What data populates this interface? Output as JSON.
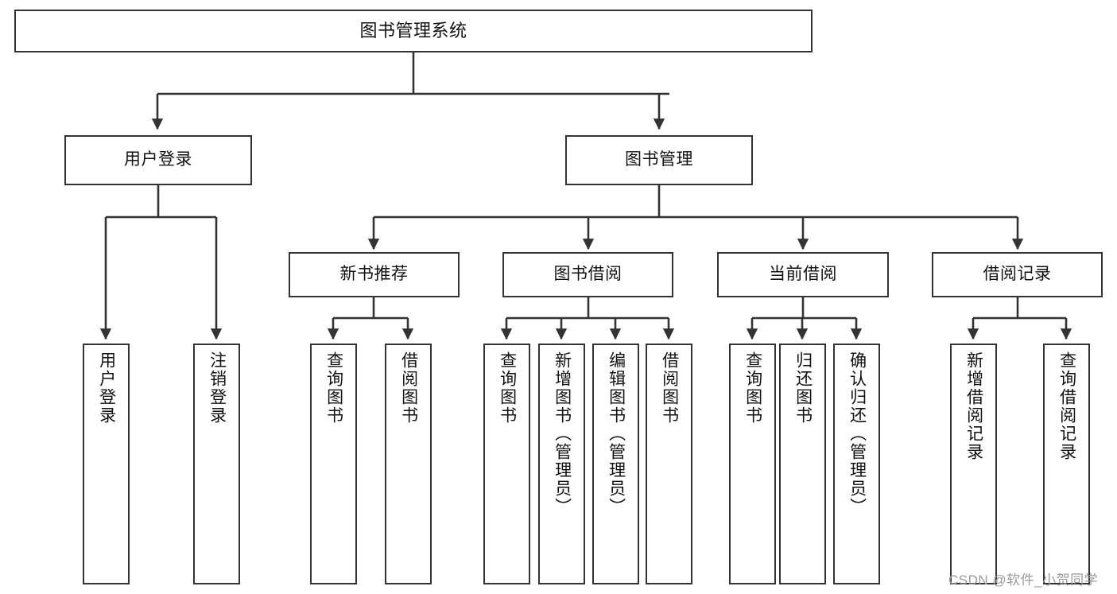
{
  "diagram": {
    "type": "tree-hierarchy",
    "title": "图书管理系统",
    "nodes": {
      "root": {
        "label": "图书管理系统"
      },
      "level2": [
        {
          "id": "user-login",
          "label": "用户登录"
        },
        {
          "id": "book-manage",
          "label": "图书管理"
        }
      ],
      "level3": [
        {
          "id": "new-book-recommend",
          "label": "新书推荐"
        },
        {
          "id": "book-borrow",
          "label": "图书借阅"
        },
        {
          "id": "current-borrow",
          "label": "当前借阅"
        },
        {
          "id": "borrow-record",
          "label": "借阅记录"
        }
      ],
      "leaves": [
        {
          "id": "leaf-user-login",
          "parent": "user-login",
          "label": "用户登录"
        },
        {
          "id": "leaf-user-logout",
          "parent": "user-login",
          "label": "注销登录"
        },
        {
          "id": "leaf-query-book-1",
          "parent": "new-book-recommend",
          "label": "查询图书"
        },
        {
          "id": "leaf-borrow-book-1",
          "parent": "new-book-recommend",
          "label": "借阅图书"
        },
        {
          "id": "leaf-query-book-2",
          "parent": "book-borrow",
          "label": "查询图书"
        },
        {
          "id": "leaf-add-book",
          "parent": "book-borrow",
          "label": "新增图书（管理员）"
        },
        {
          "id": "leaf-edit-book",
          "parent": "book-borrow",
          "label": "编辑图书（管理员）"
        },
        {
          "id": "leaf-borrow-book-2",
          "parent": "book-borrow",
          "label": "借阅图书"
        },
        {
          "id": "leaf-query-book-3",
          "parent": "current-borrow",
          "label": "查询图书"
        },
        {
          "id": "leaf-return-book",
          "parent": "current-borrow",
          "label": "归还图书"
        },
        {
          "id": "leaf-confirm-return",
          "parent": "current-borrow",
          "label": "确认归还（管理员）"
        },
        {
          "id": "leaf-add-record",
          "parent": "borrow-record",
          "label": "新增借阅记录"
        },
        {
          "id": "leaf-query-record",
          "parent": "borrow-record",
          "label": "查询借阅记录"
        }
      ]
    }
  },
  "watermark": {
    "text": "CSDN @软件_小贺同学"
  },
  "colors": {
    "stroke": "#333333",
    "background": "#ffffff",
    "text": "#111111",
    "watermark": "#9a9a9a"
  }
}
